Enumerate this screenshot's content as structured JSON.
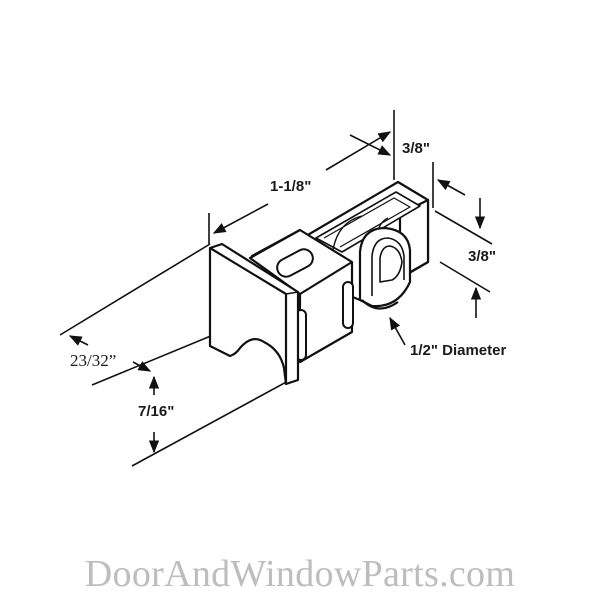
{
  "diagram": {
    "subject": "sliding door roller assembly",
    "line_color": "#111111",
    "background": "#ffffff",
    "dimensions": {
      "length": "1-1/8\"",
      "top_width": "3/8\"",
      "wheel_offset": "3/8\"",
      "wheel_diameter": "1/2\" Diameter",
      "width": "23/32”",
      "height": "7/16\""
    }
  },
  "watermark": {
    "text": "DoorAndWindowParts.com",
    "color": "#bdbdbd"
  }
}
